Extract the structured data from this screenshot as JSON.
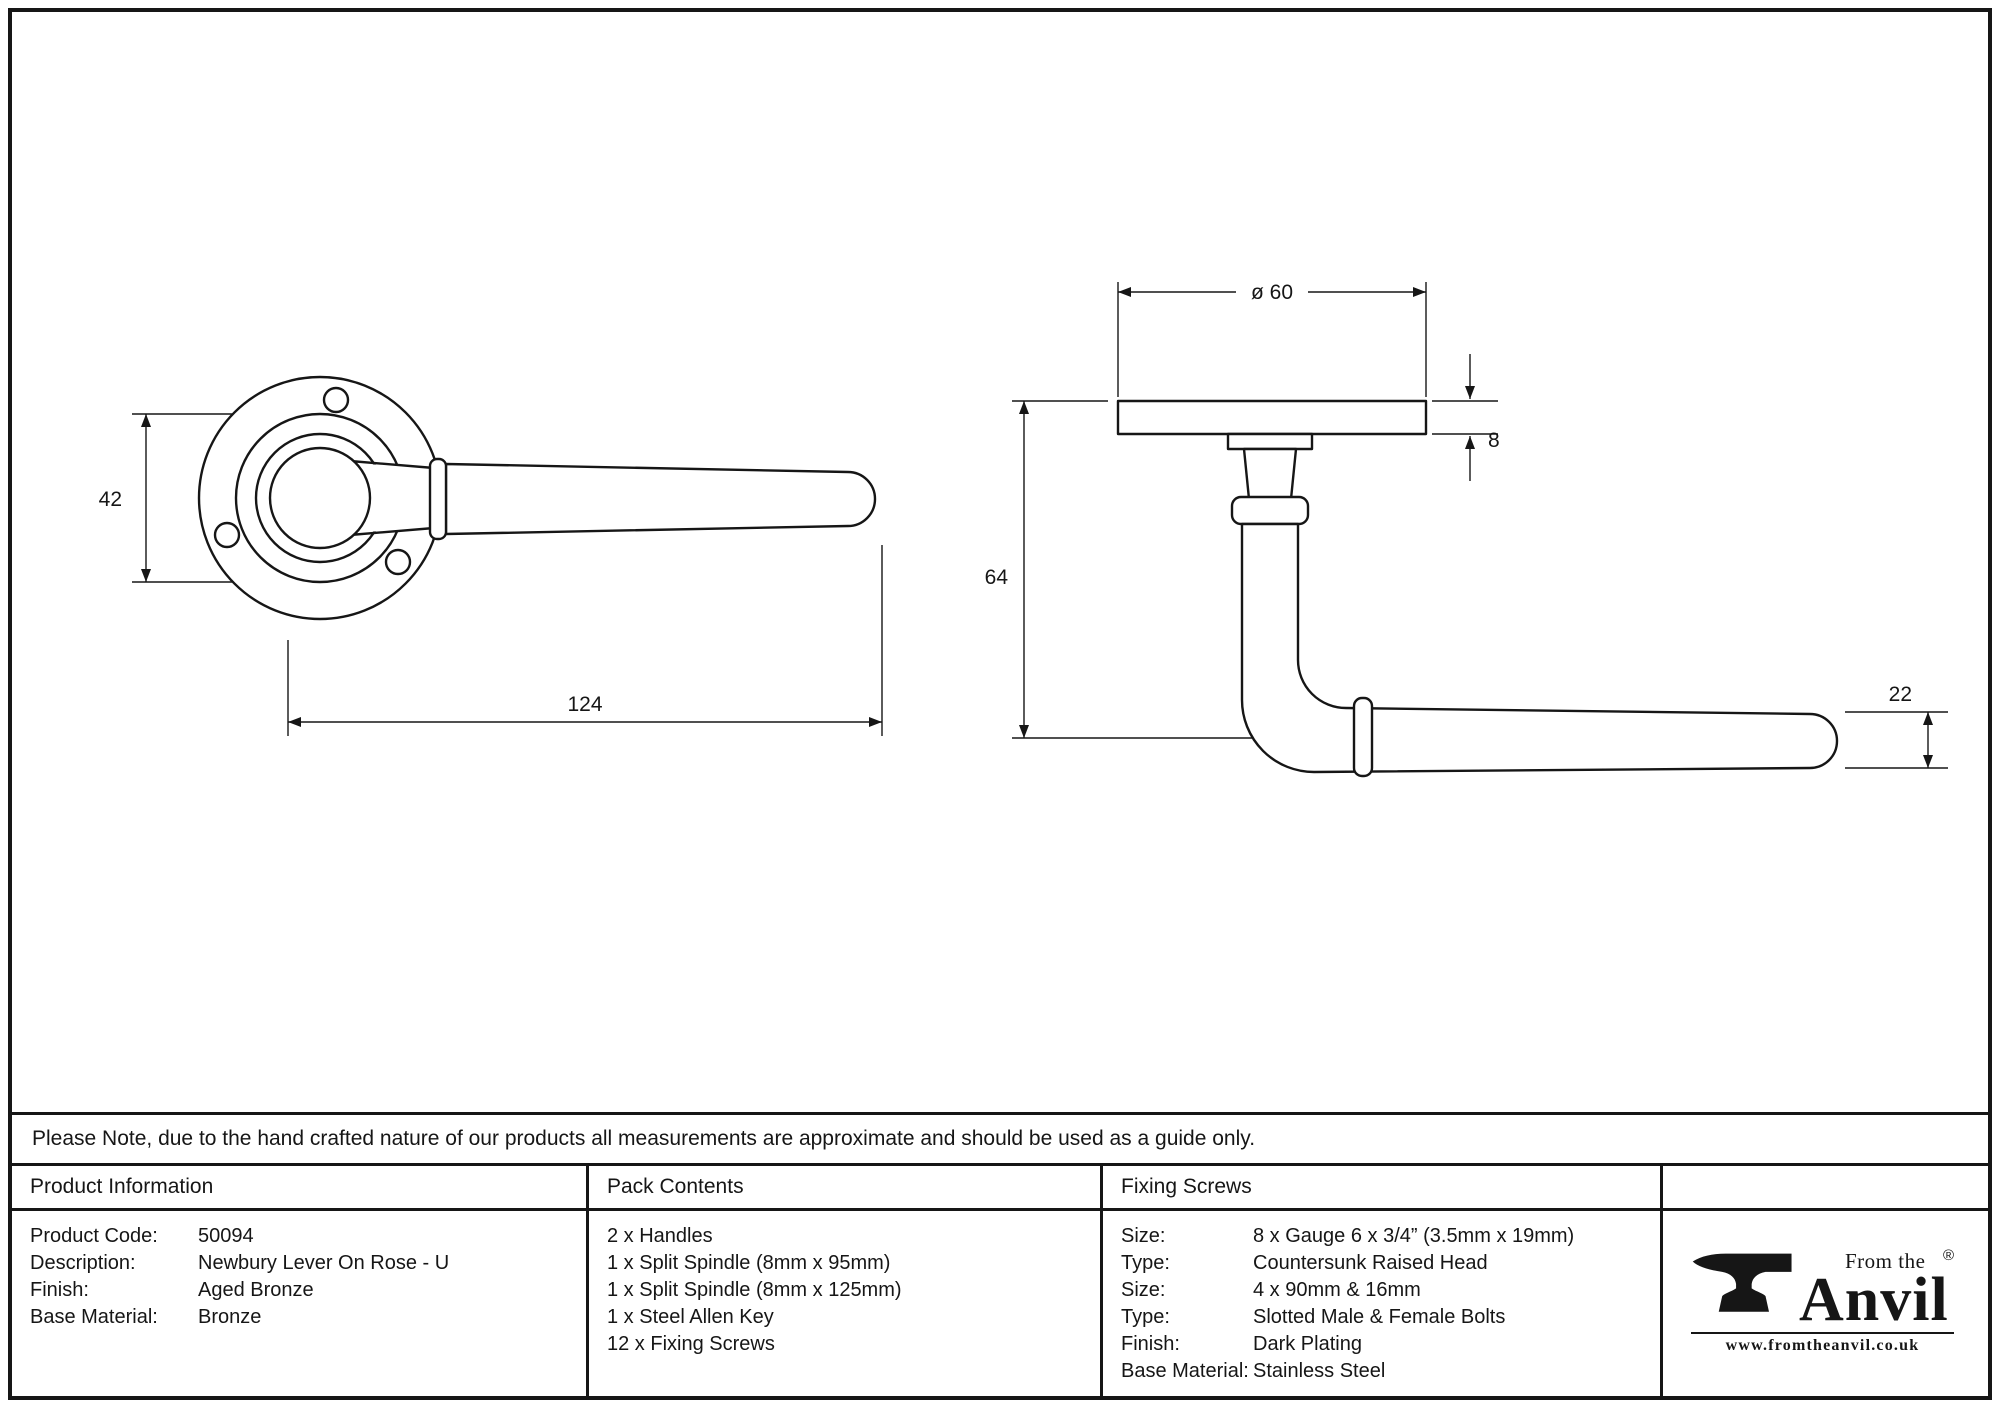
{
  "note": "Please Note, due to the hand crafted nature of our products all measurements are approximate and should be used as a guide only.",
  "drawings": {
    "front_view": {
      "inner_rose_diameter_label": "42",
      "lever_length_label": "124"
    },
    "side_view": {
      "rose_diameter_label": "ø 60",
      "rose_depth_label": "8",
      "projection_label": "64",
      "lever_diameter_label": "22"
    }
  },
  "table": {
    "product_info": {
      "header": "Product Information",
      "rows": [
        {
          "label": "Product Code:",
          "value": "50094"
        },
        {
          "label": "Description:",
          "value": "Newbury Lever On Rose - U"
        },
        {
          "label": "Finish:",
          "value": "Aged Bronze"
        },
        {
          "label": "Base Material:",
          "value": "Bronze"
        }
      ]
    },
    "pack_contents": {
      "header": "Pack Contents",
      "items": [
        "2 x Handles",
        "1 x Split Spindle (8mm x 95mm)",
        "1 x Split Spindle (8mm x 125mm)",
        "1 x Steel Allen Key",
        "12 x Fixing Screws"
      ]
    },
    "fixing_screws": {
      "header": "Fixing Screws",
      "rows": [
        {
          "label": "Size:",
          "value": "8 x Gauge 6 x 3/4” (3.5mm x 19mm)"
        },
        {
          "label": "Type:",
          "value": "Countersunk Raised Head"
        },
        {
          "label": "Size:",
          "value": "4 x 90mm & 16mm"
        },
        {
          "label": "Type:",
          "value": "Slotted Male & Female Bolts"
        },
        {
          "label": "Finish:",
          "value": "Dark Plating"
        },
        {
          "label": "Base Material:",
          "value": "Stainless Steel"
        }
      ]
    }
  },
  "brand": {
    "tagline": "From the",
    "name": "Anvil",
    "registered_mark": "®",
    "website": "www.fromtheanvil.co.uk"
  }
}
